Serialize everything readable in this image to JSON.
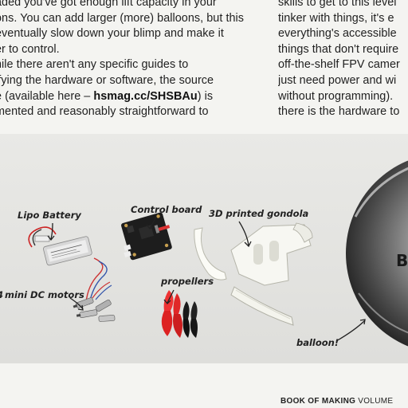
{
  "column_left": {
    "line1": "aded you've got enough lift capacity in your",
    "line2": "ons. You can add larger (more) balloons, but this",
    "line3": "eventually slow down your blimp and make it",
    "line4": "er to control.",
    "line5": "hile there aren't any specific guides to",
    "line6": "ifying the hardware or software, the source",
    "line7_pre": "e (available here – ",
    "line7_link": "hsmag.cc/SHSBAu",
    "line7_post": ") is",
    "line8": "mented and reasonably straightforward to"
  },
  "column_right": {
    "line1": "skills to get to this level",
    "line2": "tinker with things, it's e",
    "line3": "everything's accessible",
    "line4": "things that don't require",
    "line5": "off-the-shelf FPV camer",
    "line6": "just need power and wi",
    "line7": "without programming).",
    "line8": "there is the hardware to"
  },
  "labels": {
    "battery": "Lipo Battery",
    "control_board": "Control board",
    "gondola": "3D printed gondola",
    "motors": "mini DC motors",
    "motors_prefix": "4",
    "propellers": "propellers",
    "balloon": "balloon!",
    "balloon_letter": "B"
  },
  "footer": {
    "bold": "BOOK OF MAKING",
    "rest": " VOLUME"
  }
}
